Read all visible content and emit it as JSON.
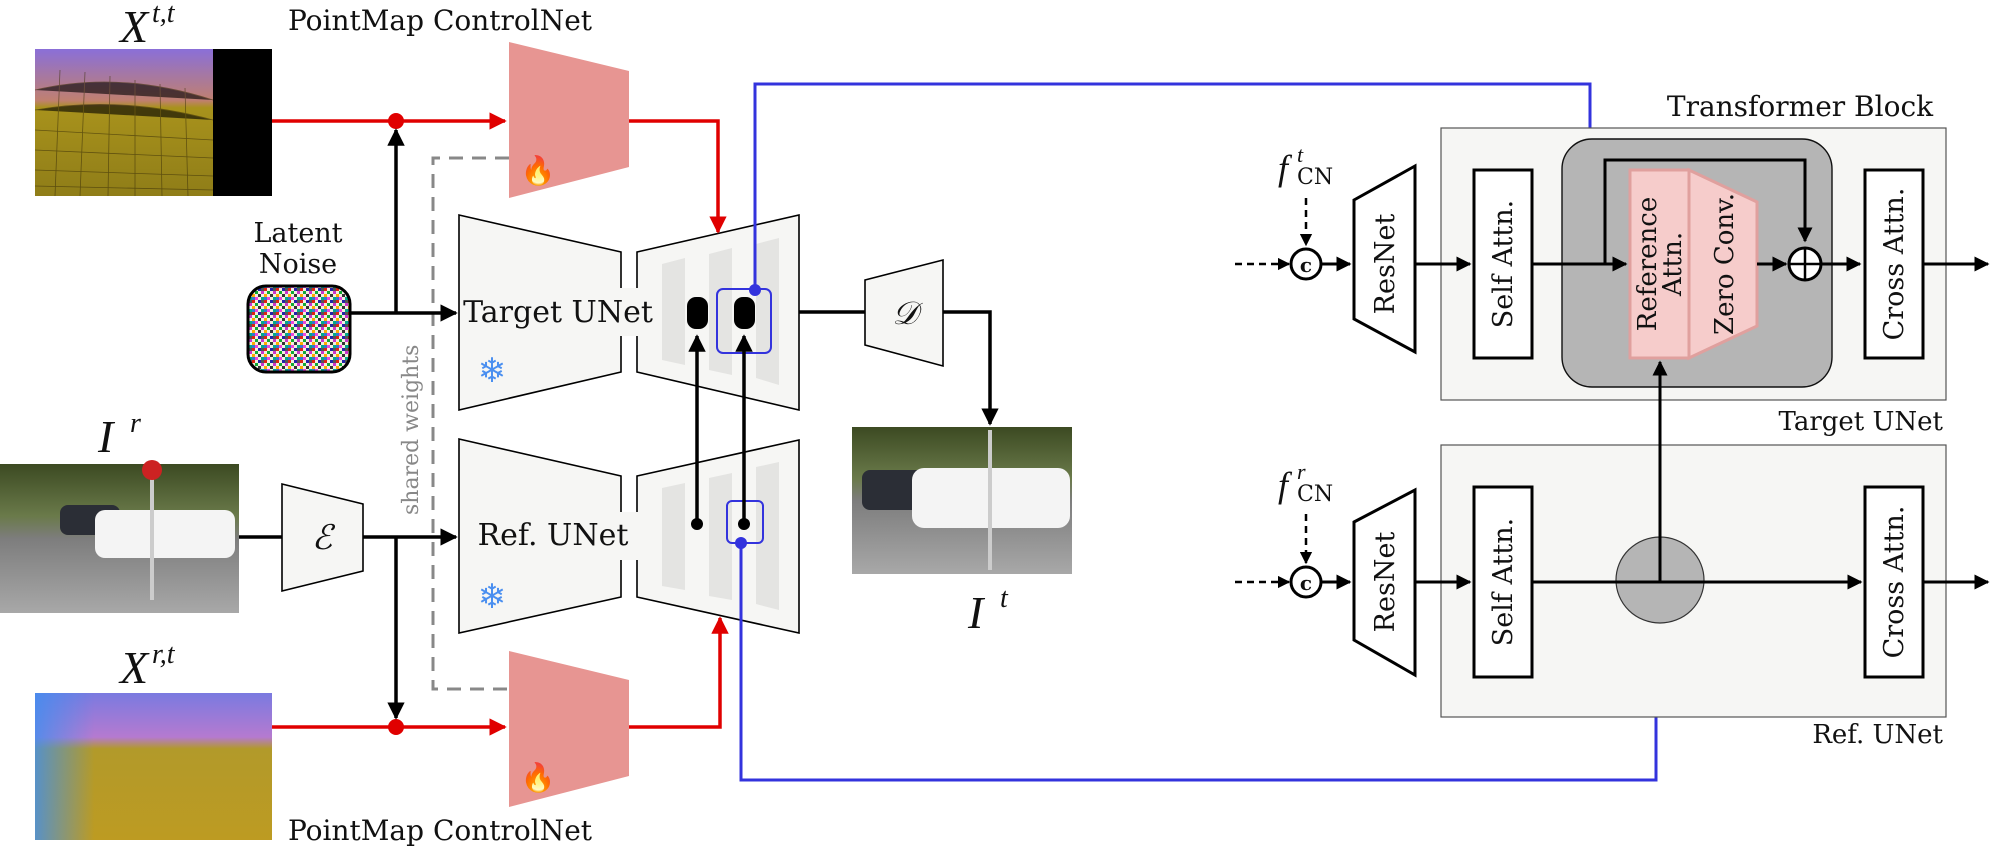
{
  "title": "Reference-guided novel view synthesis pipeline with PointMap ControlNets",
  "inputs": {
    "target_pointmap": {
      "label_base": "X",
      "label_sup": "t,t"
    },
    "latent_noise": {
      "label_line1": "Latent",
      "label_line2": "Noise"
    },
    "reference_image": {
      "label_base": "I",
      "label_sup": "r"
    },
    "reference_pointmap": {
      "label_base": "X",
      "label_sup": "r,t"
    }
  },
  "modules": {
    "controlnet_top": "PointMap ControlNet",
    "controlnet_bottom": "PointMap ControlNet",
    "target_unet": "Target UNet",
    "ref_unet": "Ref. UNet",
    "encoder": "ℰ",
    "decoder": "𝒟",
    "shared_weights": "shared weights",
    "trainable_icon": "fire-icon",
    "frozen_icon": "snowflake-icon"
  },
  "output": {
    "label_base": "I",
    "label_sup": "t"
  },
  "detail": {
    "transformer_block_title": "Transformer Block",
    "target_row": {
      "feature_base": "f",
      "feature_sup": "t",
      "feature_sub": "CN",
      "concat_symbol": "c",
      "resnet": "ResNet",
      "self_attn": "Self Attn.",
      "reference_attn_line1": "Reference",
      "reference_attn_line2": "Attn.",
      "zero_conv": "Zero Conv.",
      "add_symbol": "⊕",
      "cross_attn": "Cross Attn.",
      "container_label": "Target UNet"
    },
    "ref_row": {
      "feature_base": "f",
      "feature_sup": "r",
      "feature_sub": "CN",
      "concat_symbol": "c",
      "resnet": "ResNet",
      "self_attn": "Self Attn.",
      "cross_attn": "Cross Attn.",
      "container_label": "Ref. UNet"
    }
  },
  "colors": {
    "control_flow": "#e00000",
    "attention_link": "#3333dd",
    "controlnet_fill": "#e79592",
    "unet_fill": "#f6f6f4",
    "highlight_fill": "#b5b5b5",
    "ref_attn_fill": "#f6cccb",
    "frozen_blue": "#4a8ff0"
  }
}
